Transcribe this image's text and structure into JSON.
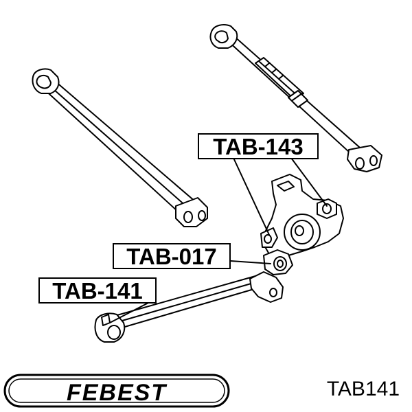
{
  "callouts": {
    "upper": "TAB-143",
    "middle": "TAB-017",
    "lower": "TAB-141"
  },
  "brand": {
    "name": "FEBEST"
  },
  "part_number": "TAB141",
  "colors": {
    "ink": "#000000",
    "background": "#ffffff"
  }
}
